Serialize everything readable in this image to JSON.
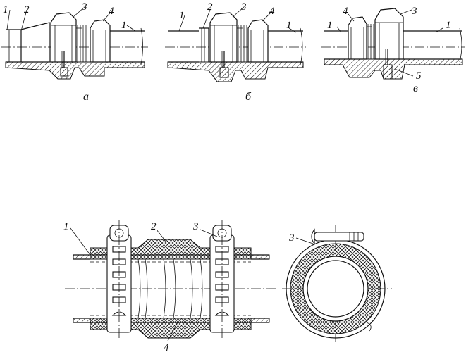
{
  "figures": {
    "top_a": {
      "caption": "а",
      "labels": [
        "1",
        "2",
        "3",
        "4",
        "1"
      ]
    },
    "top_b": {
      "caption": "б",
      "labels": [
        "1",
        "2",
        "3",
        "4",
        "1"
      ]
    },
    "top_v": {
      "caption": "в",
      "labels": [
        "4",
        "3",
        "1",
        "1",
        "5"
      ]
    },
    "bottom_side": {
      "labels": [
        "1",
        "2",
        "3",
        "4"
      ]
    },
    "bottom_section": {
      "labels": [
        "3"
      ]
    }
  },
  "colors": {
    "ink": "#111111",
    "paper": "#ffffff"
  }
}
